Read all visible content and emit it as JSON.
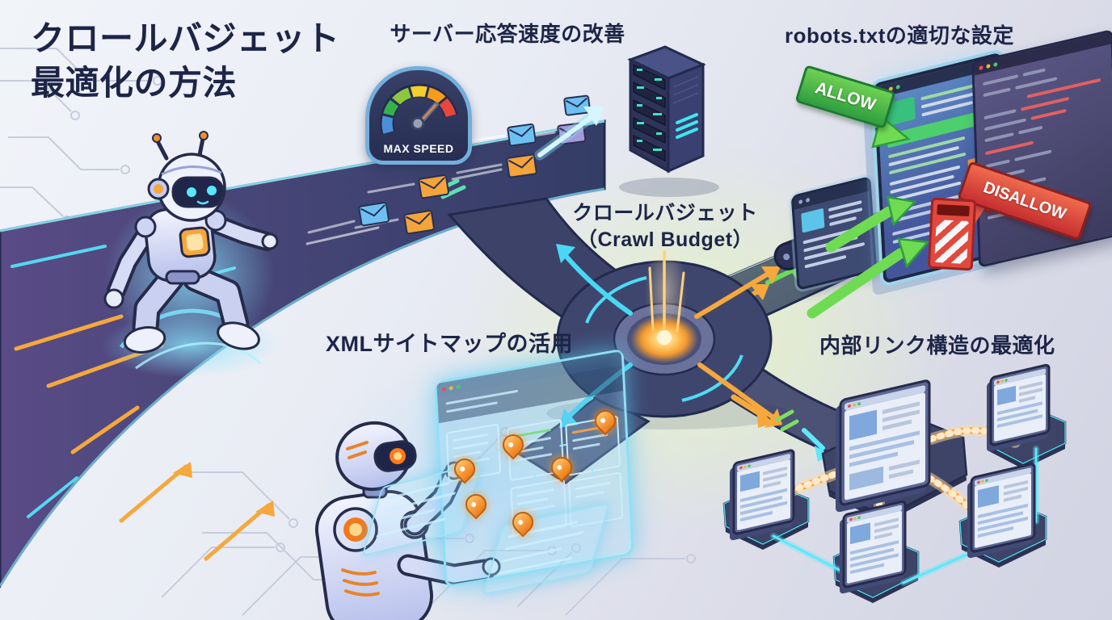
{
  "title": {
    "line1": "クロールバジェット",
    "line2": "最適化の方法"
  },
  "labels": {
    "server_speed": "サーバー応答速度の改善",
    "robots_txt": "robots.txtの適切な設定",
    "center_line1": "クロールバジェット",
    "center_line2": "（Crawl Budget）",
    "xml_sitemap": "XMLサイトマップの活用",
    "internal_links": "内部リンク構造の最適化"
  },
  "badges": {
    "max_speed": "MAX SPEED",
    "allow": "ALLOW",
    "disallow": "DISALLOW"
  },
  "icons": {
    "speedometer": "gauge with green-to-red arc and needle",
    "server_rack": "isometric navy server tower with teal slot lights",
    "envelopes": "mail envelopes speeding along road",
    "roundabout_hub": "glowing orange crawl-budget hub with four roads",
    "runner_robot": "white robot sprinting on highway",
    "crawler_robot": "small tracked crawler bot",
    "presenter_robot": "robot presenting holographic sitemap",
    "map_pin": "orange location pin",
    "blocked_sign": "red striped barrier sign",
    "browser_window": "web page window",
    "code_window": "robots.txt code window"
  },
  "colors": {
    "text_navy": "#1d2547",
    "road": "#3a4063",
    "hub_glow": "#f59b2e",
    "cyan_accent": "#4fd9f2",
    "allow_green": "#3fae49",
    "disallow_red": "#c62f2f",
    "pin_orange": "#ee7d18",
    "background": "#e6e9f2"
  }
}
